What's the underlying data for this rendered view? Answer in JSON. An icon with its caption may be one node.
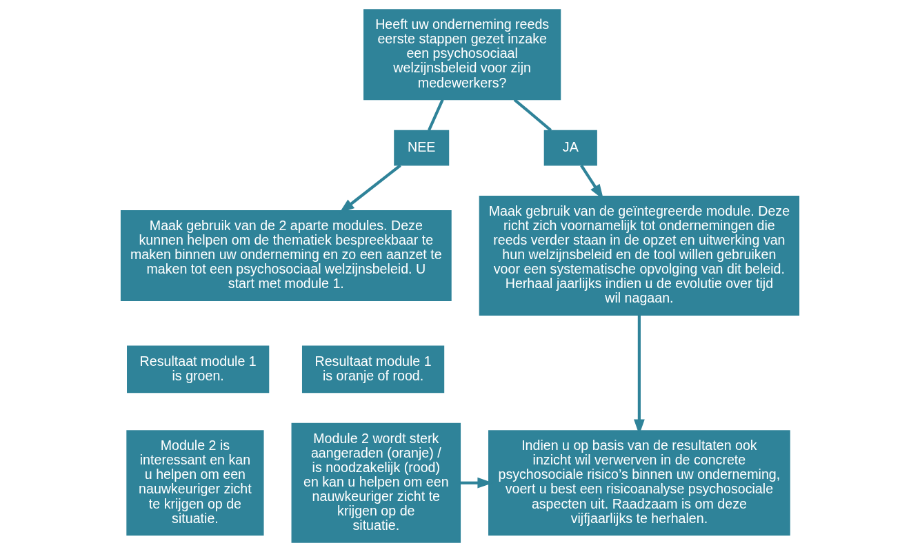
{
  "diagram": {
    "nodes": [
      {
        "text": [
          "Heeft uw onderneming reeds eerste stappen gezet inzake een psychosociaal welzijnsbeleid voor zijn medewerkers?"
        ]
      },
      {
        "text": [
          "NEE"
        ]
      },
      {
        "text": [
          "JA"
        ]
      },
      {
        "text": [
          "Maak gebruik van de 2 aparte modules. Deze kunnen helpen om de thematiek bespreekbaar te maken binnen uw onderneming en zo een aanzet te maken tot een psychosociaal welzijnsbeleid. U start met module 1."
        ]
      },
      {
        "text": [
          "Resultaat module 1 is groen."
        ]
      },
      {
        "text": [
          "Resultaat module 1 is oranje of rood."
        ]
      },
      {
        "text": [
          "Module 2 is interessant en kan u helpen om een nauwkeuriger zicht te krijgen op de situatie."
        ]
      },
      {
        "text": [
          "Module 2 wordt sterk aangeraden (oranje) / is noodzakelijk (rood) en kan u helpen om een nauwkeuriger zicht te krijgen op de situatie."
        ]
      },
      {
        "text": [
          "Maak gebruik van de geïntegreerde module. Deze richt zich voornamelijk tot ondernemingen die reeds verder staan in de opzet en uitwerking van hun welzijnsbeleid en de tool willen gebruiken voor een systematische opvolging van dit beleid. Herhaal jaarlijks indien u de evolutie over tijd wil nagaan."
        ]
      },
      {
        "text": [
          "Indien u op basis van de resultaten ook inzicht wil verwerven in de concrete psychosociale risico’s binnen uw onderneming, voert u best een risicoanalyse psychosociale aspecten uit. Raadzaam is om deze vijfjaarlijks te herhalen."
        ]
      }
    ],
    "edges": [
      {
        "from": 0,
        "to": 1,
        "arrow": "none"
      },
      {
        "from": 1,
        "to": 3,
        "arrow": "to"
      },
      {
        "from": 0,
        "to": 2,
        "arrow": "none"
      },
      {
        "from": 2,
        "to": 8,
        "arrow": "to"
      },
      {
        "from": 8,
        "to": 9,
        "arrow": "to"
      },
      {
        "from": 7,
        "to": 9,
        "arrow": "to"
      }
    ]
  }
}
